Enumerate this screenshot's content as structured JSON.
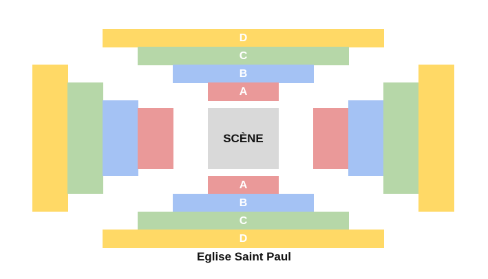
{
  "stage": {
    "label": "SCÈNE",
    "color": "#d9d9d9"
  },
  "venue": {
    "name": "Eglise Saint Paul"
  },
  "zones": {
    "A": {
      "label": "A",
      "color": "#ea9999"
    },
    "B": {
      "label": "B",
      "color": "#a4c2f4"
    },
    "C": {
      "label": "C",
      "color": "#b6d7a8"
    },
    "D": {
      "label": "D",
      "color": "#ffd966"
    }
  }
}
